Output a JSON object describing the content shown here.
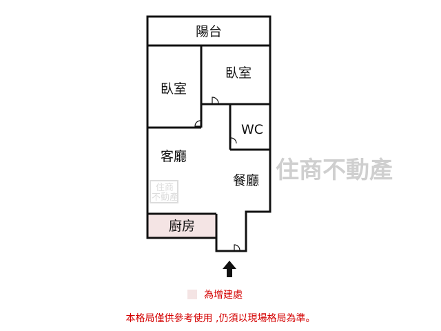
{
  "rooms": {
    "balcony": "陽台",
    "bedroom_left": "臥室",
    "bedroom_right": "臥室",
    "wc": "WC",
    "living_room": "客廳",
    "dining_room": "餐廳",
    "kitchen": "廚房"
  },
  "watermark": {
    "brand": "住商不動產",
    "logo_top": "住商",
    "logo_bottom": "不動產"
  },
  "legend": {
    "swatch_color": "#f4e4e4",
    "label": "為增建處"
  },
  "disclaimer": "本格局僅供參考使用 ,仍須以現場格局為準。",
  "colors": {
    "wall": "#111111",
    "annotation": "#d40000"
  },
  "icons": {
    "entrance": "arrow-up-icon"
  }
}
